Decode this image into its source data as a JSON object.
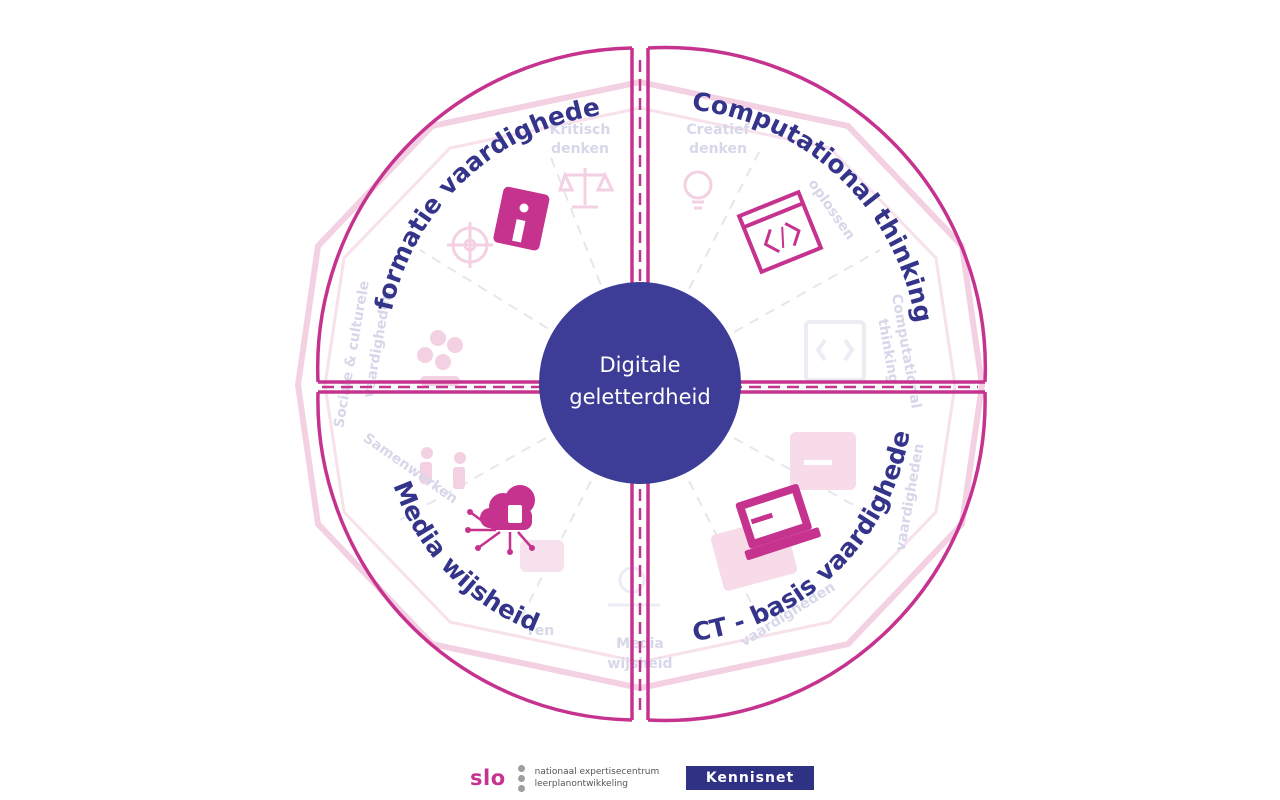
{
  "center": {
    "line1": "Digitale",
    "line2": "geletterdheid"
  },
  "quadrants": [
    {
      "title": "Informatie vaardigheden",
      "icon": "info-icon"
    },
    {
      "title": "Computational thinking",
      "icon": "code-window-icon"
    },
    {
      "title": "ICT - basis vaardigheden",
      "icon": "laptop-icon"
    },
    {
      "title": "Media wijsheid",
      "icon": "cloud-network-icon"
    }
  ],
  "faint_labels": {
    "kritisch_line1": "Kritisch",
    "kritisch_line2": "denken",
    "creatief_line1": "Creatief",
    "creatief_line2": "denken",
    "oplossen": "oplossen",
    "computational_line1": "Computational",
    "computational_line2": "thinking",
    "vaardigheden_right": "vaardigheden",
    "basis_vaardigheden_line2": "vaardigheden",
    "media_line1": "Media",
    "media_line2": "wijsheid",
    "samenwerken": "Samenwerken",
    "ren": "ren",
    "sociale_line1": "Sociale & culturele",
    "sociale_line2": "vaardigheden"
  },
  "footer": {
    "slo": "slo",
    "slo_line1": "nationaal expertisecentrum",
    "slo_line2": "leerplanontwikkeling",
    "kennisnet": "Kennisnet"
  },
  "colors": {
    "magenta": "#c5338f",
    "navy": "#3d3d98",
    "title": "#34348a",
    "faint_pink": "#f3d0e2",
    "faint_gray": "#d7d7ea"
  }
}
